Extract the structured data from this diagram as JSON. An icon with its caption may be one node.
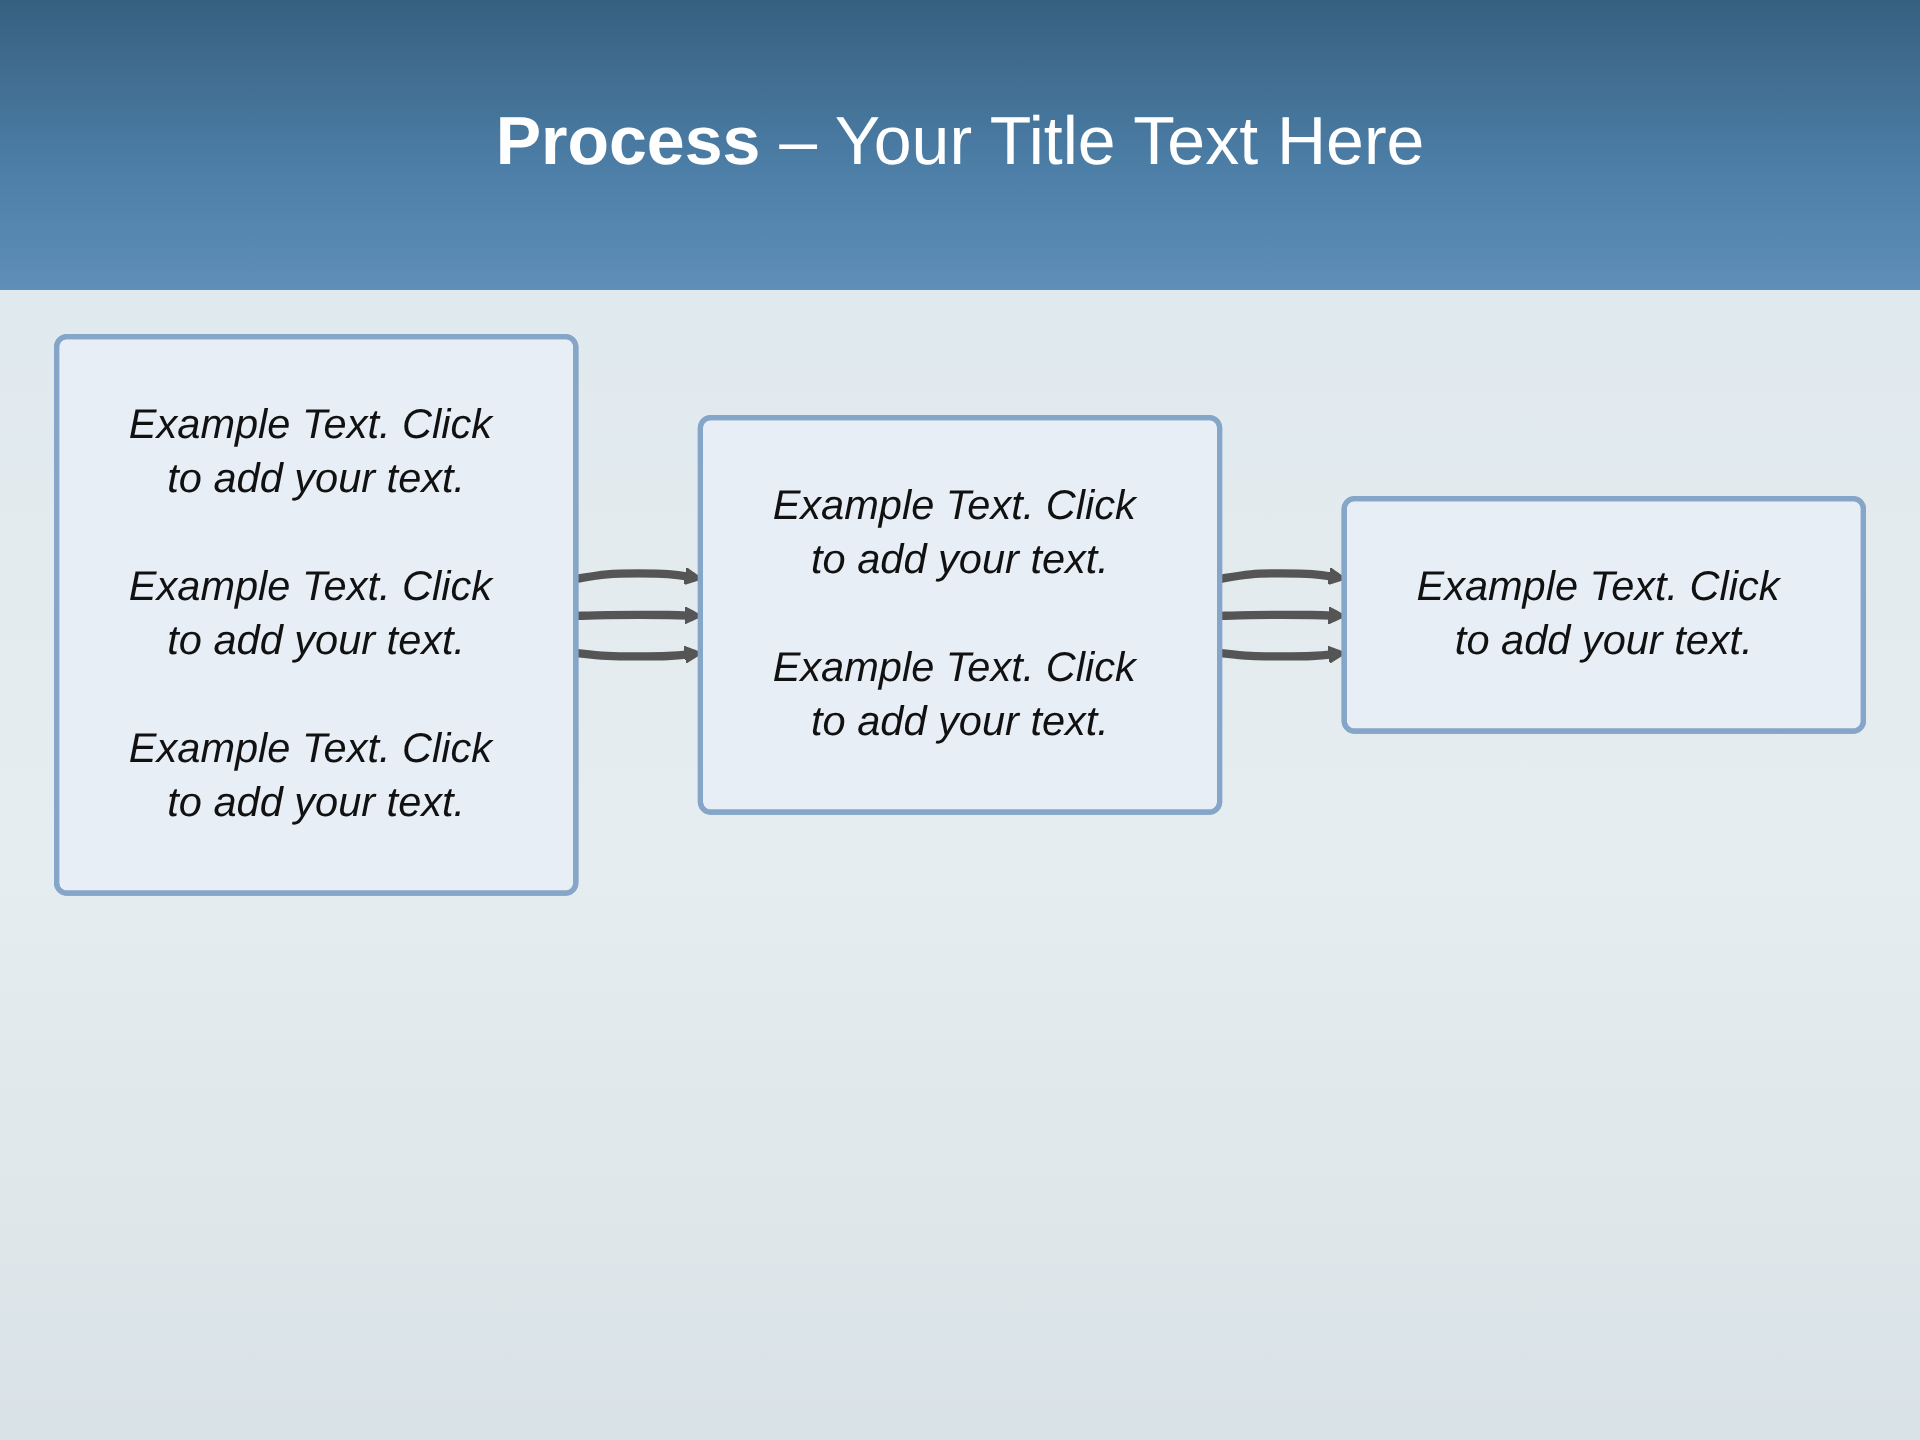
{
  "diagram": {
    "title": "**Process** – Your Title Text Here",
    "nodes": [
      {
        "text": [
          "Example Text. Click to add your text.",
          "Example Text. Click to add your text.",
          "Example Text. Click to add your text."
        ]
      },
      {
        "text": [
          "Example Text. Click to add your text.",
          "Example Text. Click to add your text."
        ]
      },
      {
        "text": [
          "Example Text. Click to add your text."
        ]
      }
    ],
    "edges": [
      {
        "from": 0,
        "to": 1,
        "arrow": "to"
      },
      {
        "from": 0,
        "to": 1,
        "arrow": "to"
      },
      {
        "from": 0,
        "to": 1,
        "arrow": "to"
      },
      {
        "from": 1,
        "to": 2,
        "arrow": "to"
      },
      {
        "from": 1,
        "to": 2,
        "arrow": "to"
      },
      {
        "from": 1,
        "to": 2,
        "arrow": "to"
      }
    ]
  }
}
